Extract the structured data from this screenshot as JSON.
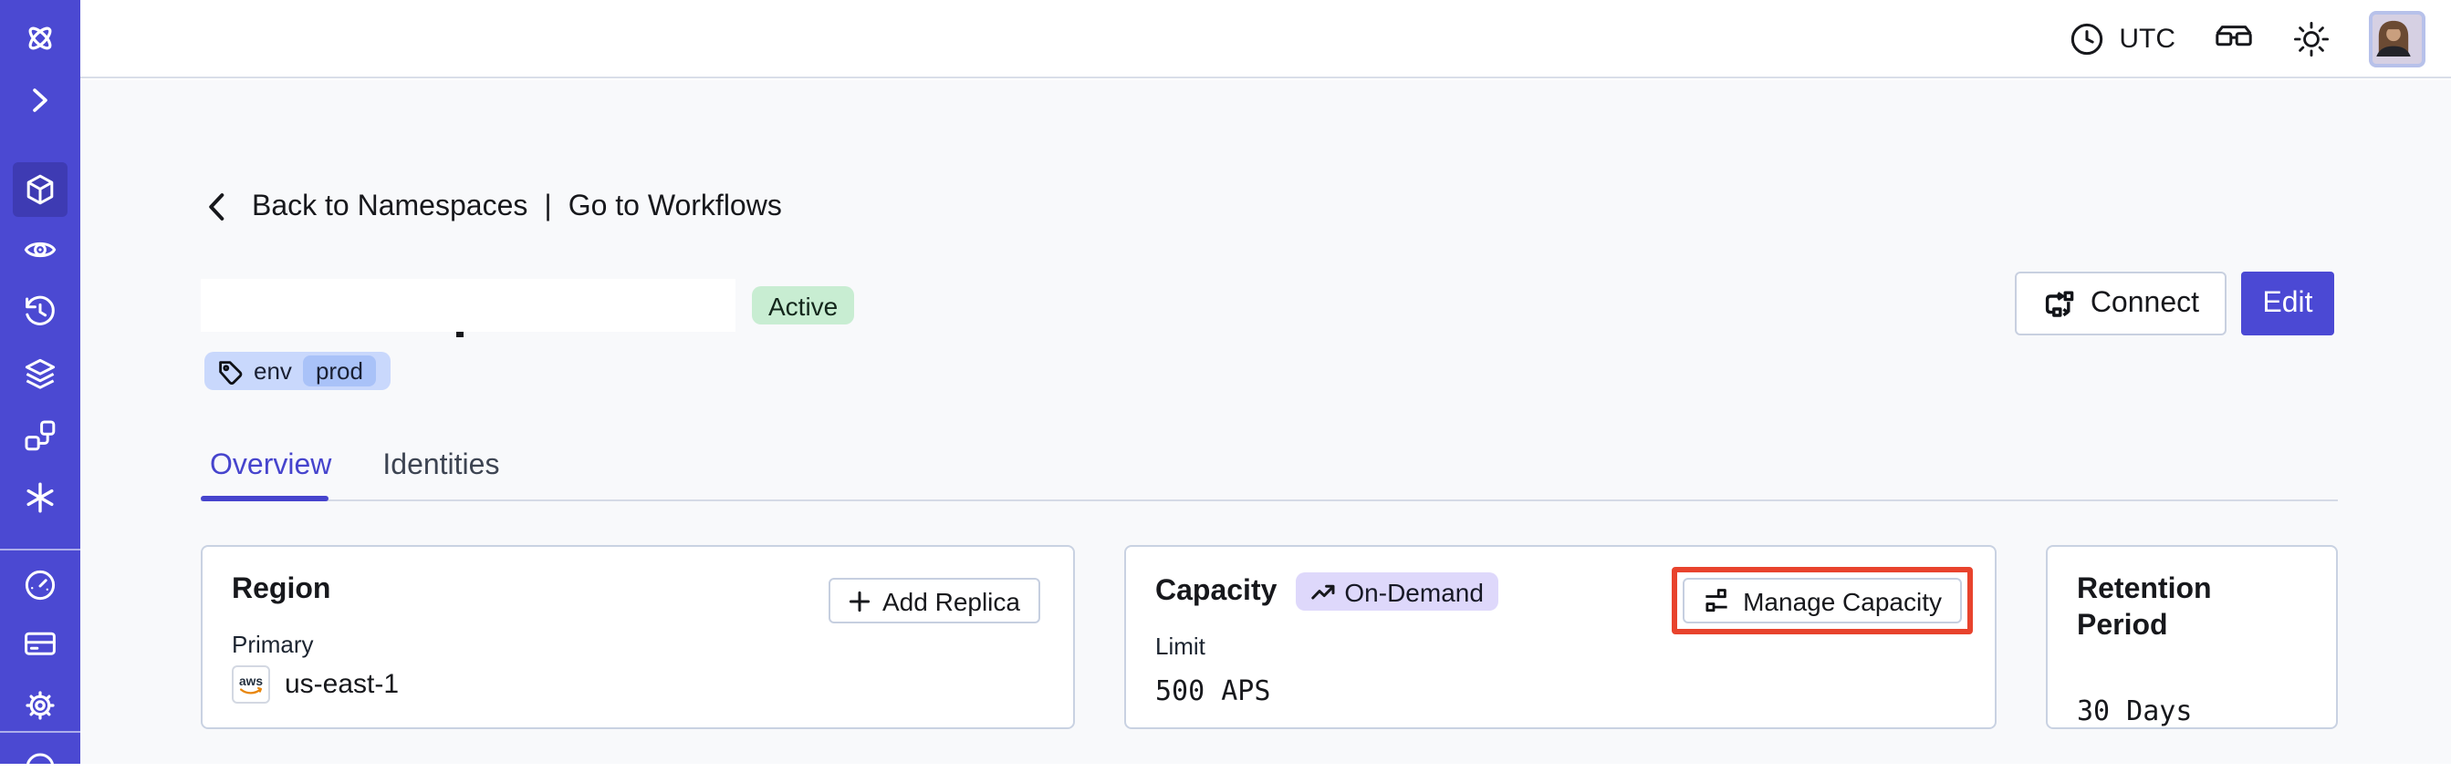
{
  "topbar": {
    "timezone": "UTC",
    "icons": [
      "clock-icon",
      "glasses-icon",
      "sun-icon",
      "avatar"
    ]
  },
  "breadcrumb": {
    "back": "Back to Namespaces",
    "separator": "|",
    "forward": "Go to Workflows"
  },
  "header": {
    "status": "Active",
    "tag": {
      "key": "env",
      "value": "prod"
    },
    "connect_label": "Connect",
    "edit_label": "Edit"
  },
  "tabs": [
    {
      "label": "Overview",
      "active": true
    },
    {
      "label": "Identities",
      "active": false
    }
  ],
  "cards": {
    "region": {
      "title": "Region",
      "add_replica_label": "Add Replica",
      "primary_label": "Primary",
      "provider": "aws",
      "value": "us-east-1"
    },
    "capacity": {
      "title": "Capacity",
      "badge": "On-Demand",
      "manage_label": "Manage Capacity",
      "limit_label": "Limit",
      "limit_value": "500 APS"
    },
    "retention": {
      "title": "Retention Period",
      "value": "30 Days"
    }
  },
  "sidebar": {
    "items": [
      {
        "icon": "temporal-logo-icon",
        "active": false
      },
      {
        "icon": "chevron-right-icon",
        "active": false
      },
      {
        "icon": "cube-namespaces-icon",
        "active": true
      },
      {
        "icon": "eye-insights-icon",
        "active": false
      },
      {
        "icon": "history-clock-icon",
        "active": false
      },
      {
        "icon": "layers-icon",
        "active": false
      },
      {
        "icon": "workflow-branch-icon",
        "active": false
      },
      {
        "icon": "nexus-asterisk-icon",
        "active": false
      },
      {
        "icon": "gauge-usage-icon",
        "active": false
      },
      {
        "icon": "billing-card-icon",
        "active": false
      },
      {
        "icon": "gear-settings-icon",
        "active": false
      },
      {
        "icon": "support-circle-icon",
        "active": false
      }
    ]
  },
  "colors": {
    "sidebar": "#4b49d2",
    "sidebar_active": "#3e3bb3",
    "accent": "#4644cd",
    "edit_button": "#4b49d4",
    "status_active_bg": "#c8edd2",
    "tag_bg": "#c9d8fc",
    "tag_value_bg": "#a9c2f8",
    "on_demand_bg": "#ded8fb",
    "annotation_red": "#e8432d",
    "page_bg": "#f8f9fb"
  }
}
